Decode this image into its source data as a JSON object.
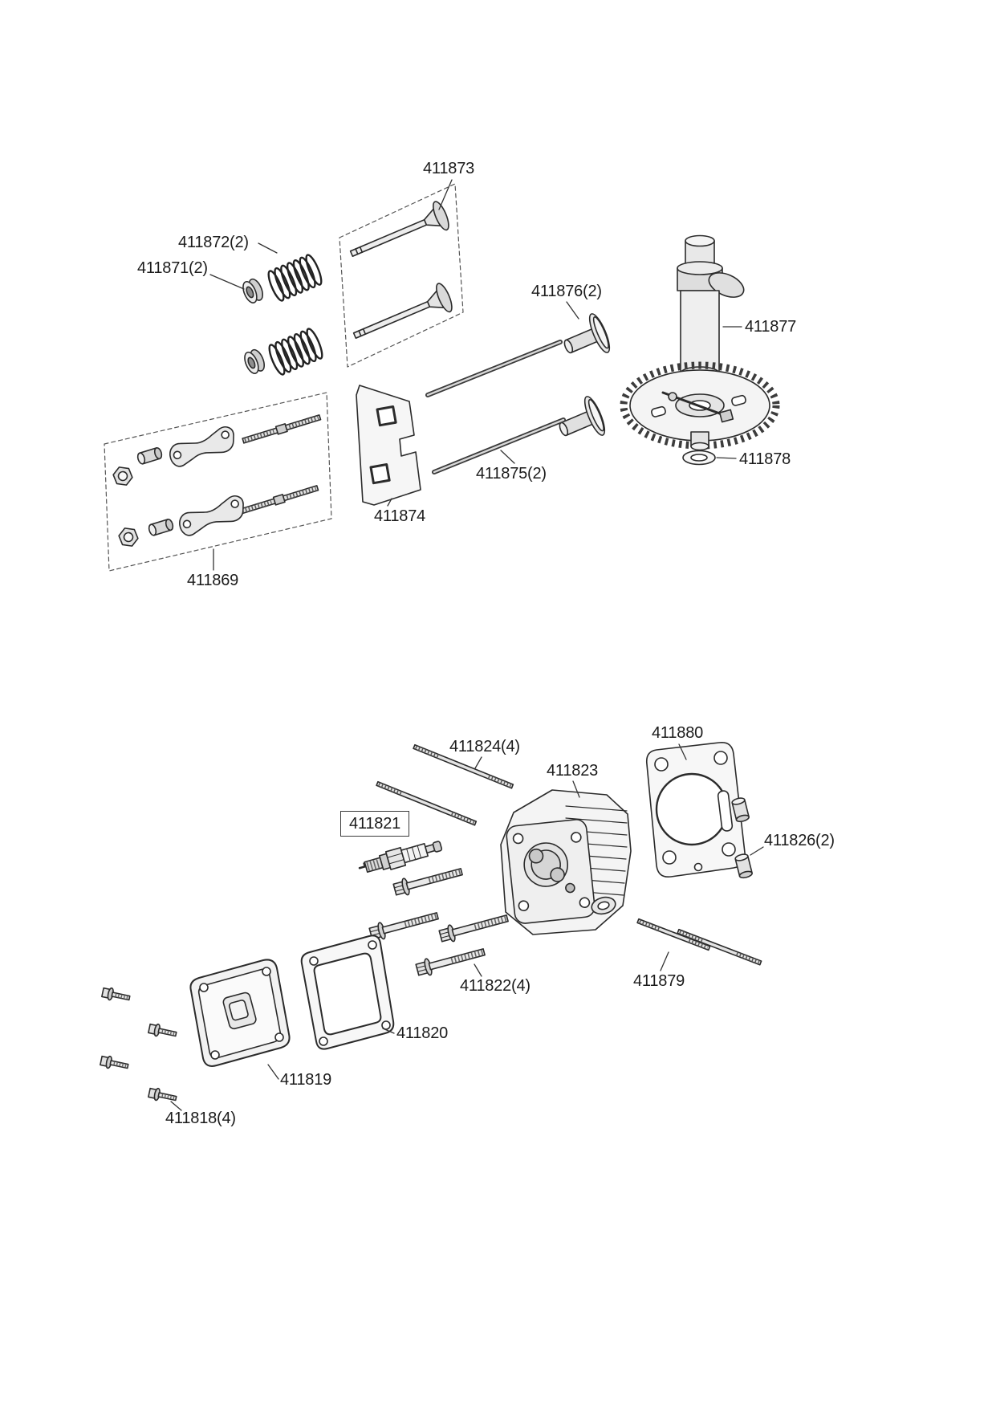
{
  "colors": {
    "background": "#ffffff",
    "line": "#2b2b2b",
    "text": "#1b1b1b"
  },
  "parts": {
    "rocker_arm_kit": {
      "label": "411869"
    },
    "valve_spring_retainer": {
      "label": "411871(2)"
    },
    "valve_spring": {
      "label": "411872(2)"
    },
    "valve_set": {
      "label": "411873"
    },
    "guide_plate": {
      "label": "411874"
    },
    "push_rod": {
      "label": "411875(2)"
    },
    "valve_tappet": {
      "label": "411876(2)"
    },
    "camshaft": {
      "label": "411877"
    },
    "washer": {
      "label": "411878"
    },
    "stud_long": {
      "label": "411879"
    },
    "head_gasket": {
      "label": "411880"
    },
    "cover_bolt": {
      "label": "411818(4)"
    },
    "rocker_cover": {
      "label": "411819"
    },
    "cover_gasket": {
      "label": "411820"
    },
    "spark_plug": {
      "label": "411821"
    },
    "head_bolt": {
      "label": "411822(4)"
    },
    "cylinder_head": {
      "label": "411823"
    },
    "head_stud": {
      "label": "411824(4)"
    },
    "dowel_pin": {
      "label": "411826(2)"
    }
  }
}
